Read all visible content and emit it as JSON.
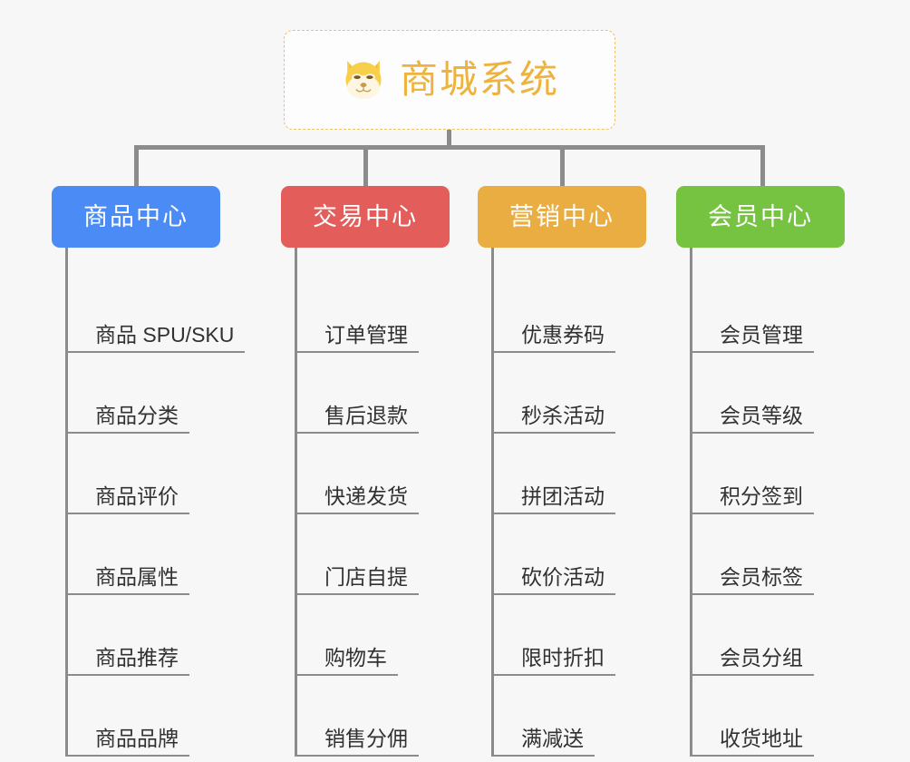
{
  "diagram": {
    "title": "商城系统",
    "root": {
      "label": "商城系统",
      "icon": "shiba-dog-face-icon",
      "border_color": "#f0c069",
      "text_color": "#edb33f",
      "background": "#fdfdfd"
    },
    "background_color": "#f7f7f7",
    "connector_color": "#8c8c8c",
    "leaf_text_color": "#303133",
    "columns": [
      {
        "id": "product-center",
        "label": "商品中心",
        "color": "#4a8bf5",
        "items": [
          "商品 SPU/SKU",
          "商品分类",
          "商品评价",
          "商品属性",
          "商品推荐",
          "商品品牌"
        ]
      },
      {
        "id": "trade-center",
        "label": "交易中心",
        "color": "#e35d5b",
        "items": [
          "订单管理",
          "售后退款",
          "快递发货",
          "门店自提",
          "购物车",
          "销售分佣"
        ]
      },
      {
        "id": "marketing-center",
        "label": "营销中心",
        "color": "#eaad41",
        "items": [
          "优惠券码",
          "秒杀活动",
          "拼团活动",
          "砍价活动",
          "限时折扣",
          "满减送"
        ]
      },
      {
        "id": "member-center",
        "label": "会员中心",
        "color": "#76c342",
        "items": [
          "会员管理",
          "会员等级",
          "积分签到",
          "会员标签",
          "会员分组",
          "收货地址"
        ]
      }
    ]
  }
}
